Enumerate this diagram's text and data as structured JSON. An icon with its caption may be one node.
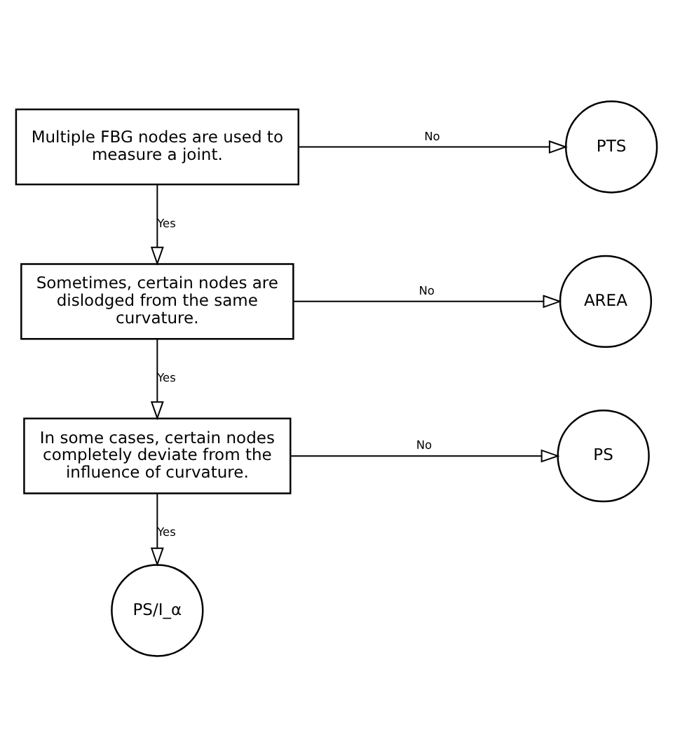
{
  "diagram": {
    "nodes": [
      {
        "text": [
          "Multiple FBG nodes are used to measure a joint."
        ]
      },
      {
        "text": [
          "PTS"
        ]
      },
      {
        "text": [
          "Sometimes, certain nodes are dislodged from the same curvature."
        ]
      },
      {
        "text": [
          "AREA"
        ]
      },
      {
        "text": [
          "In some cases, certain nodes completely deviate from the influence of curvature."
        ]
      },
      {
        "text": [
          "PS"
        ]
      },
      {
        "text": [
          "PS/I_α"
        ]
      }
    ],
    "edges": [
      {
        "from": 0,
        "to": 1,
        "arrow": "to",
        "label": "No"
      },
      {
        "from": 0,
        "to": 2,
        "arrow": "to",
        "label": "Yes"
      },
      {
        "from": 2,
        "to": 3,
        "arrow": "to",
        "label": "No"
      },
      {
        "from": 2,
        "to": 4,
        "arrow": "to",
        "label": "Yes"
      },
      {
        "from": 4,
        "to": 5,
        "arrow": "to",
        "label": "No"
      },
      {
        "from": 4,
        "to": 6,
        "arrow": "to",
        "label": "Yes"
      }
    ]
  }
}
